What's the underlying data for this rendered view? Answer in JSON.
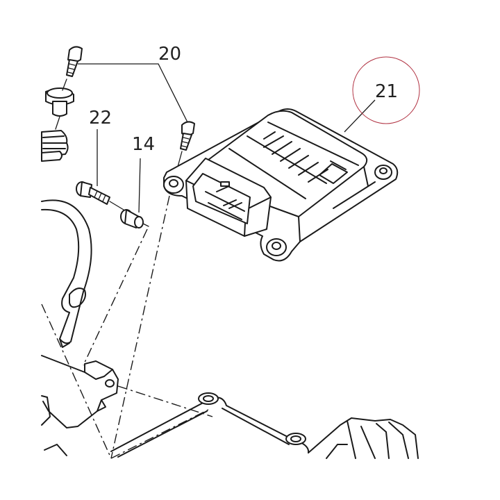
{
  "callouts": {
    "c20": "20",
    "c21": "21",
    "c22": "22",
    "c14": "14"
  },
  "colors": {
    "highlight_circle": "#b03040",
    "line": "#1a1a1a",
    "background": "#ffffff"
  }
}
